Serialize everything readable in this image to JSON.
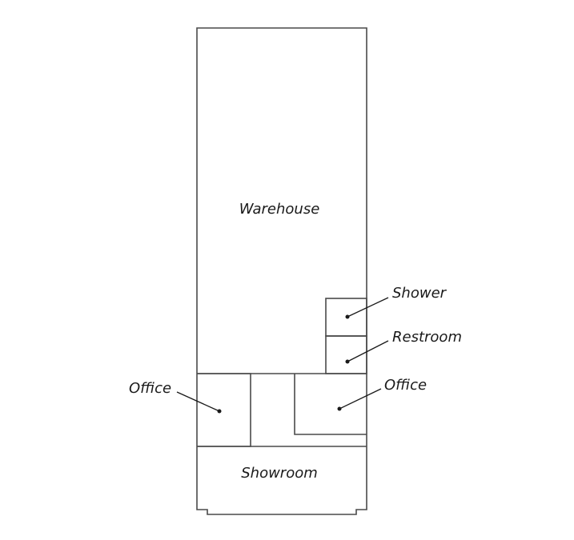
{
  "labels": {
    "warehouse": "Warehouse",
    "shower": "Shower",
    "restroom": "Restroom",
    "office_left": "Office",
    "office_right": "Office",
    "showroom": "Showroom"
  },
  "colors": {
    "wall": "#4a4a4a",
    "text": "#1a1a1a",
    "background": "#ffffff"
  }
}
